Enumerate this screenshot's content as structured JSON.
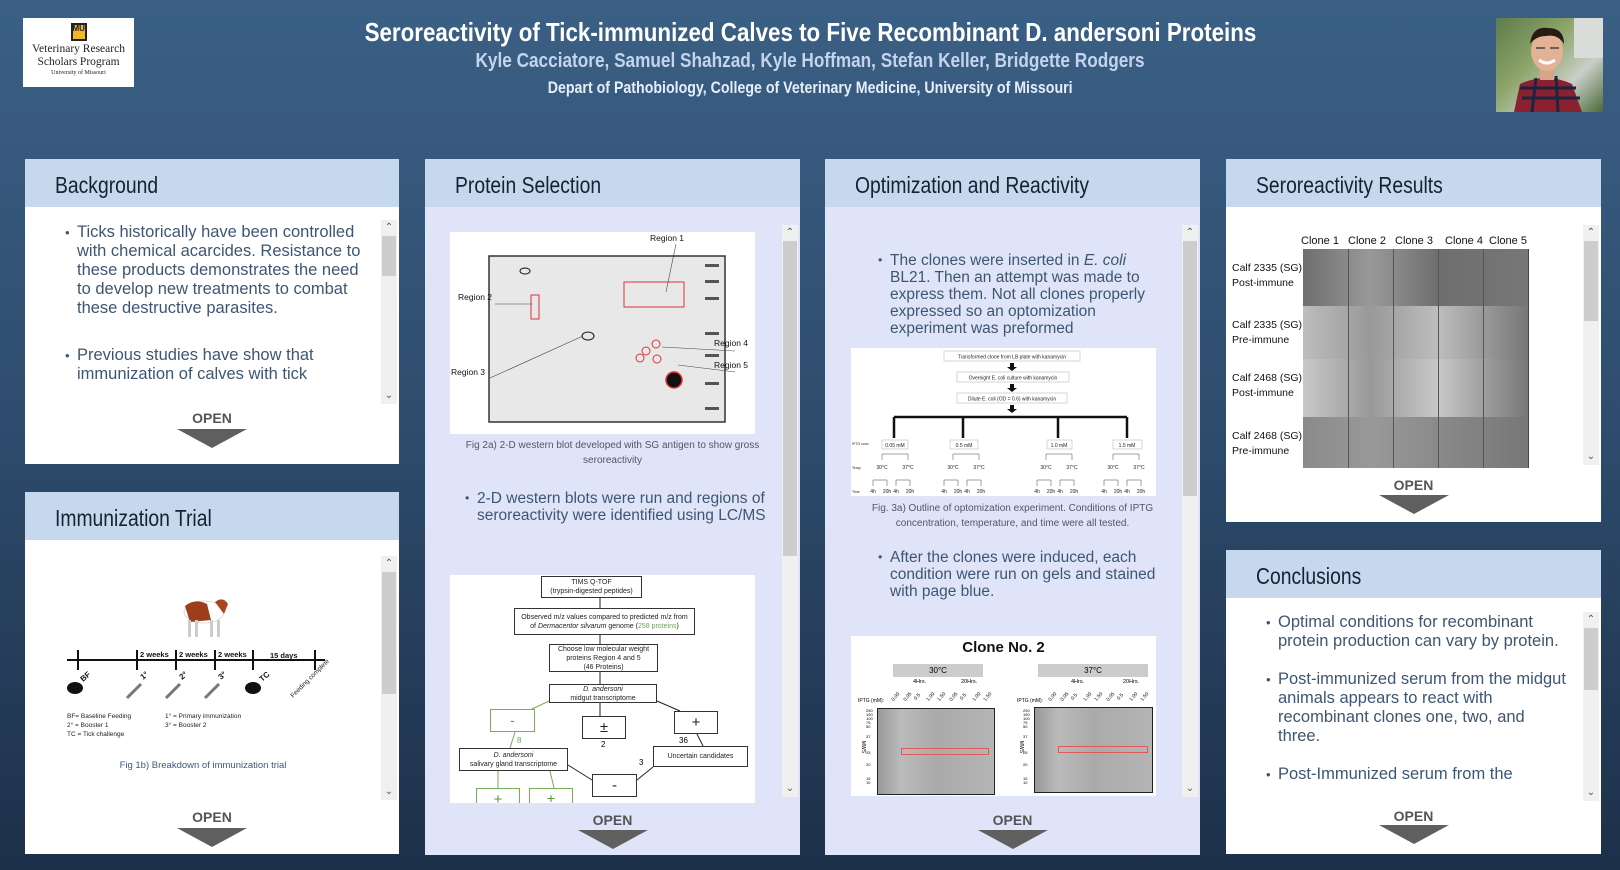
{
  "header": {
    "title": "Seroreactivity of Tick-immunized Calves to Five Recombinant D. andersoni Proteins",
    "authors": "Kyle Cacciatore, Samuel Shahzad, Kyle Hoffman, Stefan Keller, Bridgette Rodgers",
    "department": "Depart of Pathobiology, College of Veterinary Medicine, University of Missouri",
    "logo": {
      "mark": "MU",
      "line1": "Veterinary Research",
      "line2": "Scholars Program",
      "line3": "University of Missouri"
    }
  },
  "open_label": "OPEN",
  "colors": {
    "background_top": "#3b6085",
    "background_bottom": "#1d3049",
    "panel_header": "#c5d8ee",
    "panel_body_lavender": "#dfe4f8",
    "bullet_text": "#3d5673"
  },
  "panels": {
    "background": {
      "title": "Background",
      "bullets": [
        "Ticks historically have been controlled with chemical acarcides. Resistance to these products demonstrates the need to develop new treatments to combat these destructive parasites.",
        "Previous studies have show that immunization of calves with tick"
      ]
    },
    "immunization": {
      "title": "Immunization Trial",
      "timeline": {
        "intervals": [
          "2 weeks",
          "2 weeks",
          "2 weeks",
          "15 days"
        ],
        "markers": [
          "BF",
          "1°",
          "2°",
          "3°",
          "TC",
          "Feeding complete"
        ],
        "legend": [
          "BF= Baseline Feeding",
          "2° = Booster 1",
          "TC = Tick challenge",
          "1° = Primary immunization",
          "3° = Booster 2"
        ]
      },
      "caption": "Fig 1b) Breakdown of immunization trial"
    },
    "protein_selection": {
      "title": "Protein Selection",
      "blot_regions": [
        "Region 1",
        "Region 2",
        "Region 3",
        "Region 4",
        "Region 5"
      ],
      "caption": "Fig 2a) 2-D western blot developed with SG antigen to show gross seroreactivity",
      "bullet": "2-D western blots were run and regions of seroreactivity were identified using LC/MS",
      "flowchart": {
        "tims_1": "TIMS Q-TOF",
        "tims_2": "(trypsin-digested peptides)",
        "observed_1": "Observed m/z values compared to predicted m/z from",
        "observed_2a": "of ",
        "observed_2b": "Dermacentor silvarum",
        "observed_2c": " genome (",
        "observed_2d": "258 proteins",
        "observed_2e": ")",
        "choose_1": "Choose low molecular weight",
        "choose_2": "proteins Region 4 and 5",
        "choose_3": "(46 Proteins)",
        "midgut_1": "D. andersoni",
        "midgut_2": "midgut transcriptome",
        "minus": "-",
        "plusminus": "±",
        "plus": "+",
        "count_8": "8",
        "count_2": "2",
        "count_36": "36",
        "count_3": "3",
        "salivary_1": "D. andersoni",
        "salivary_2": "salivary gland transcriptome",
        "uncertain": "Uncertain candidates"
      }
    },
    "optimization": {
      "title": "Optimization and Reactivity",
      "bullet1_a": "The clones were inserted in ",
      "bullet1_b": "E. coli",
      "bullet1_c": " BL21. Then an attempt was made to express them.  Not all clones properly expressed so an optomization experiment was preformed",
      "diagram": {
        "step1": "Transformed clone from LB plate with kanamycin",
        "step2": "Overnight E. coli culture with kanamycin",
        "step3": "Dilute E. coli (OD = 0.6) with kanamycin",
        "row_iptg": "IPTG conc.",
        "row_temp": "Temp.",
        "row_time": "Time",
        "concentrations": [
          "0.05 mM",
          "0.5 mM",
          "1.0 mM",
          "1.5 mM"
        ],
        "temps": [
          "30°C",
          "37°C"
        ],
        "times": [
          "4h",
          "20h"
        ]
      },
      "caption": "Fig. 3a) Outline of optomization experiment. Conditions of IPTG concentration, temperature, and time were all tested.",
      "bullet2": "After the clones were induced, each condition were run on gels and stained with page blue.",
      "gel": {
        "title": "Clone No. 2",
        "temps": [
          "30°C",
          "37°C"
        ],
        "times": [
          "4Hrs.",
          "20Hrs."
        ],
        "iptg_label": "IPTG (mM):",
        "lanes": [
          "0.00",
          "0.05",
          "0.5",
          "1.00",
          "1.50",
          "0.05",
          "0.5",
          "1.00",
          "1.50"
        ],
        "mw_label": "MWS",
        "mw_marks": [
          "250",
          "150",
          "100",
          "75",
          "50",
          "37",
          "25",
          "20",
          "15",
          "10"
        ]
      }
    },
    "seroreactivity": {
      "title": "Seroreactivity Results",
      "columns": [
        "Clone 1",
        "Clone 2",
        "Clone 3",
        "Clone 4",
        "Clone 5"
      ],
      "rows": [
        {
          "calf": "Calf 2335 (SG)",
          "status": "Post-immune"
        },
        {
          "calf": "Calf 2335 (SG)",
          "status": "Pre-immune"
        },
        {
          "calf": "Calf 2468 (SG)",
          "status": "Post-immune"
        },
        {
          "calf": "Calf 2468 (SG)",
          "status": "Pre-immune"
        }
      ]
    },
    "conclusions": {
      "title": "Conclusions",
      "bullets": [
        "Optimal conditions for recombinant protein production can vary by protein.",
        "Post-immunized serum from the midgut animals appears to react with recombinant clones one, two, and three.",
        "Post-Immunized serum from the"
      ]
    }
  }
}
